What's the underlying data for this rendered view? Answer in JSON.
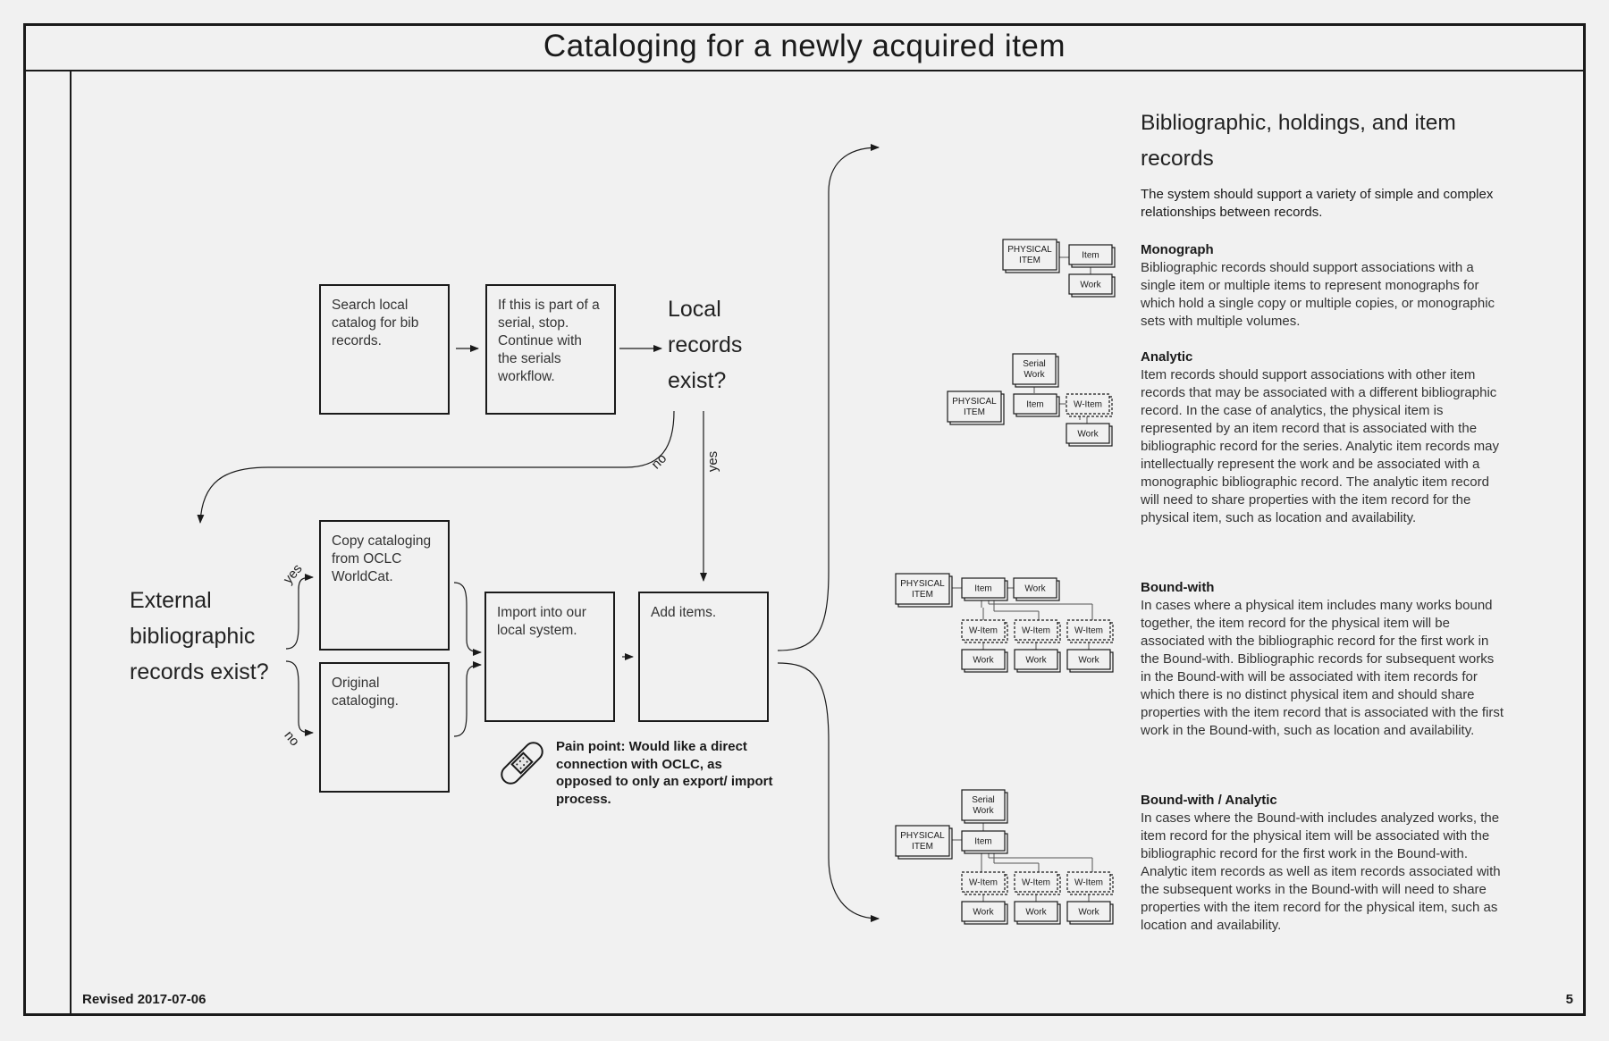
{
  "title": "Cataloging for a newly acquired item",
  "footer": {
    "revised": "Revised 2017-07-06",
    "page_number": "5"
  },
  "flow": {
    "search_box": "Search local catalog for bib records.",
    "serial_box": "If this is part of a serial, stop. Continue with the serials workflow.",
    "local_question": "Local records exist?",
    "external_question": "External bibliographic records exist?",
    "copy_box": "Copy cataloging from OCLC WorldCat.",
    "original_box": "Original cataloging.",
    "import_box": "Import into our local system.",
    "add_items_box": "Add items.",
    "label_no": "no",
    "label_yes": "yes",
    "pain_point": "Pain point: Would like a direct connection with OCLC, as opposed to only an export/ import process.",
    "bandage_icon": "bandage-icon"
  },
  "records": {
    "heading": "Bibliographic, holdings, and item records",
    "intro": "The system should support a variety of simple and complex relationships between records.",
    "sections": [
      {
        "title": "Monograph",
        "body": "Bibliographic records should support associations with a single item or multiple items to represent monographs for which hold a single copy or multiple copies, or monographic sets with multiple volumes."
      },
      {
        "title": "Analytic",
        "body": "Item records should support associations with other item records that may be associated with a different bibliographic record. In the case of analytics, the physical item is represented by an item record that is associated with the bibliographic record for the series. Analytic item records may intellectually represent the work and be associated with a monographic bibliographic record. The analytic item record will need to share properties with the item record for the physical item, such as location and availability."
      },
      {
        "title": "Bound-with",
        "body": "In cases where a physical item includes many works bound together, the item record for the physical item will be associated with the bibliographic record for the first work in the Bound-with. Bibliographic records for subsequent works in the Bound-with will be associated with item records for which there is no distinct physical item and should share properties with the item record that is associated with the first work in the Bound-with, such as location and availability."
      },
      {
        "title": "Bound-with / Analytic",
        "body": "In cases where the Bound-with includes analyzed works, the item record for the physical item will be associated with the bibliographic record for the first work in the Bound-with. Analytic item records as well as item records associated with the subsequent works in the Bound-with will need to share properties with the item record for the physical item, such as location and availability."
      }
    ],
    "diagram_labels": {
      "physical_line1": "PHYSICAL",
      "physical_line2": "ITEM",
      "item": "Item",
      "work": "Work",
      "serial_line1": "Serial",
      "serial_line2": "Work",
      "w_item": "W-Item"
    }
  }
}
